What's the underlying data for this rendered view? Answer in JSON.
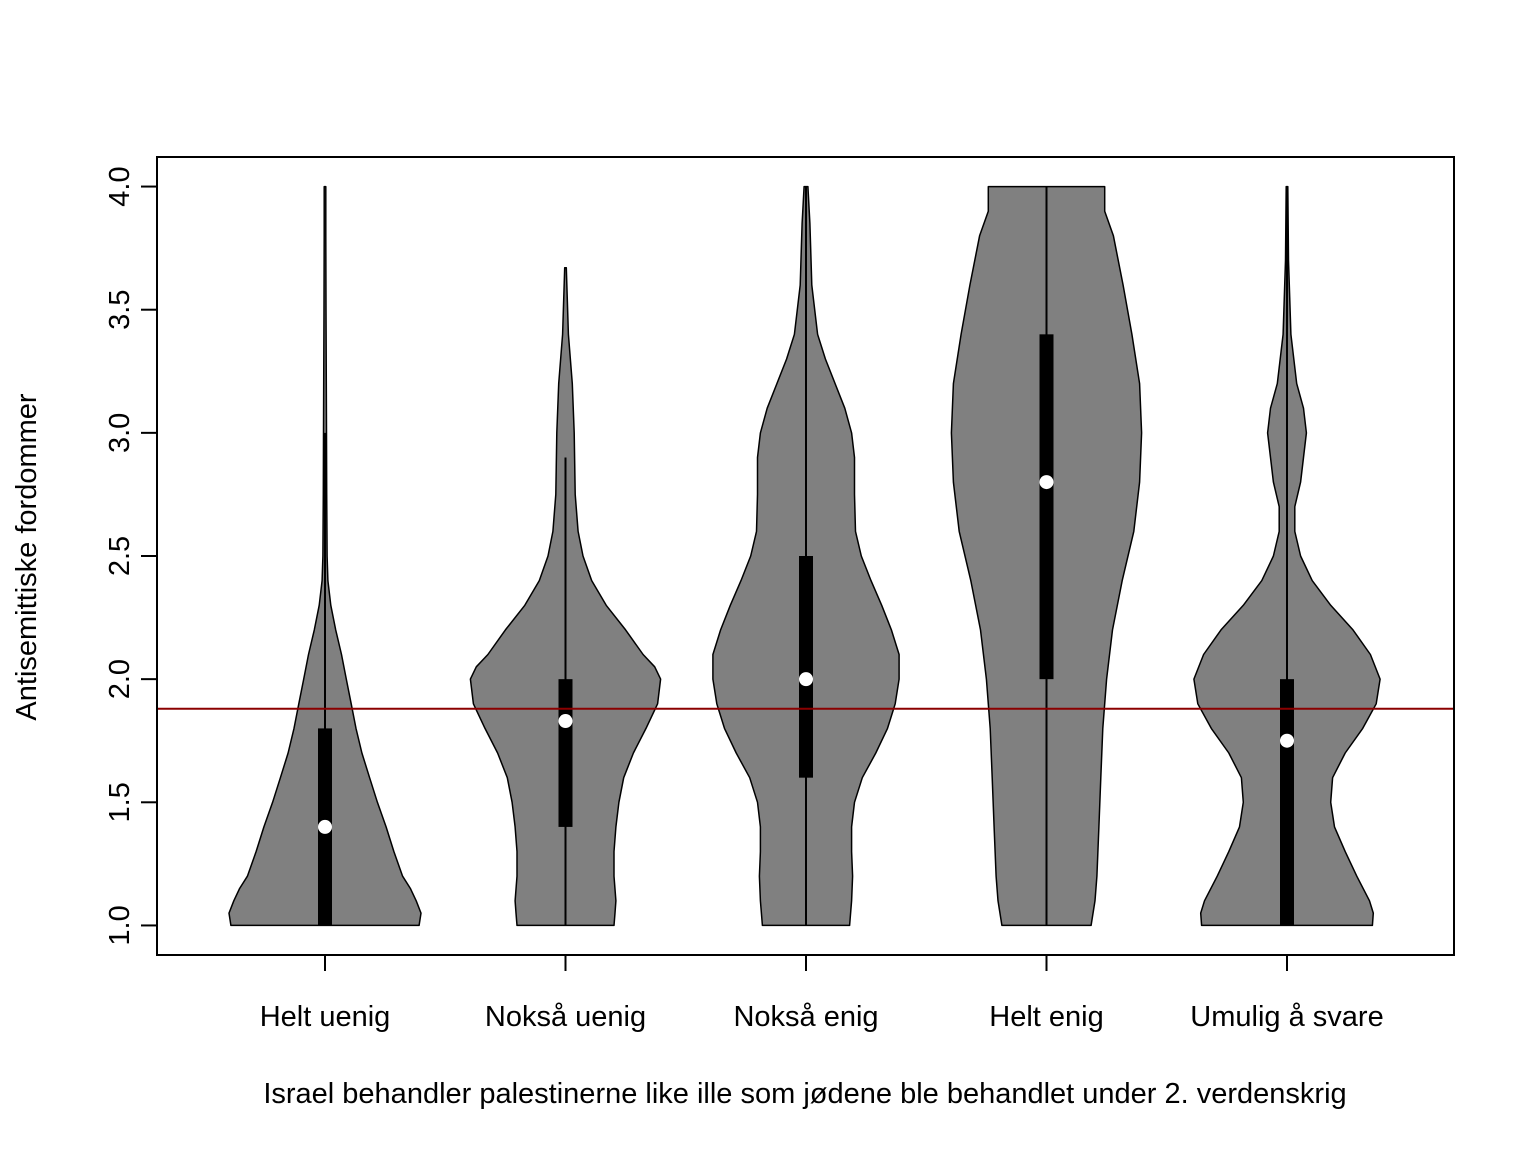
{
  "chart_data": {
    "type": "violin",
    "title": "",
    "xlabel": "Israel behandler palestinerne like ille som jødene ble behandlet under 2. verdenskrig",
    "ylabel": "Antisemittiske fordommer",
    "ylim": [
      0.88,
      4.12
    ],
    "y_ticks": [
      "1.0",
      "1.5",
      "2.0",
      "2.5",
      "3.0",
      "3.5",
      "4.0"
    ],
    "categories": [
      "Helt uenig",
      "Nokså uenig",
      "Nokså enig",
      "Helt enig",
      "Umulig å svare"
    ],
    "violin_color": "#808080",
    "box_color": "#000000",
    "median_color": "#ffffff",
    "reference_line": {
      "y": 1.88,
      "color": "#8b0000"
    },
    "grid": false,
    "series": [
      {
        "category": "Helt uenig",
        "median": 1.4,
        "q1": 1.0,
        "q3": 1.8,
        "whisker_low": 1.0,
        "whisker_high": 3.0,
        "min": 1.0,
        "max": 4.0,
        "density": [
          [
            1.0,
            0.97
          ],
          [
            1.05,
            0.99
          ],
          [
            1.1,
            0.94
          ],
          [
            1.15,
            0.88
          ],
          [
            1.2,
            0.8
          ],
          [
            1.3,
            0.71
          ],
          [
            1.4,
            0.63
          ],
          [
            1.5,
            0.54
          ],
          [
            1.6,
            0.46
          ],
          [
            1.7,
            0.38
          ],
          [
            1.8,
            0.32
          ],
          [
            1.9,
            0.27
          ],
          [
            2.0,
            0.22
          ],
          [
            2.1,
            0.17
          ],
          [
            2.2,
            0.11
          ],
          [
            2.3,
            0.06
          ],
          [
            2.4,
            0.03
          ],
          [
            2.5,
            0.022
          ],
          [
            2.75,
            0.018
          ],
          [
            3.0,
            0.015
          ],
          [
            3.5,
            0.01
          ],
          [
            3.8,
            0.008
          ],
          [
            4.0,
            0.008
          ]
        ]
      },
      {
        "category": "Nokså uenig",
        "median": 1.83,
        "q1": 1.4,
        "q3": 2.0,
        "whisker_low": 1.0,
        "whisker_high": 2.9,
        "min": 1.0,
        "max": 3.67,
        "density": [
          [
            1.0,
            0.5
          ],
          [
            1.05,
            0.51
          ],
          [
            1.1,
            0.52
          ],
          [
            1.2,
            0.5
          ],
          [
            1.3,
            0.5
          ],
          [
            1.4,
            0.52
          ],
          [
            1.5,
            0.55
          ],
          [
            1.6,
            0.6
          ],
          [
            1.7,
            0.7
          ],
          [
            1.8,
            0.83
          ],
          [
            1.9,
            0.95
          ],
          [
            2.0,
            0.98
          ],
          [
            2.05,
            0.92
          ],
          [
            2.1,
            0.8
          ],
          [
            2.2,
            0.62
          ],
          [
            2.3,
            0.42
          ],
          [
            2.4,
            0.27
          ],
          [
            2.5,
            0.18
          ],
          [
            2.6,
            0.13
          ],
          [
            2.75,
            0.1
          ],
          [
            3.0,
            0.09
          ],
          [
            3.2,
            0.07
          ],
          [
            3.4,
            0.03
          ],
          [
            3.67,
            0.008
          ]
        ]
      },
      {
        "category": "Nokså enig",
        "median": 2.0,
        "q1": 1.6,
        "q3": 2.5,
        "whisker_low": 1.0,
        "whisker_high": 4.0,
        "min": 1.0,
        "max": 4.0,
        "density": [
          [
            1.0,
            0.45
          ],
          [
            1.1,
            0.47
          ],
          [
            1.2,
            0.48
          ],
          [
            1.3,
            0.47
          ],
          [
            1.4,
            0.47
          ],
          [
            1.5,
            0.5
          ],
          [
            1.6,
            0.58
          ],
          [
            1.7,
            0.72
          ],
          [
            1.8,
            0.84
          ],
          [
            1.9,
            0.92
          ],
          [
            2.0,
            0.96
          ],
          [
            2.1,
            0.96
          ],
          [
            2.2,
            0.88
          ],
          [
            2.3,
            0.78
          ],
          [
            2.4,
            0.67
          ],
          [
            2.5,
            0.57
          ],
          [
            2.6,
            0.51
          ],
          [
            2.75,
            0.5
          ],
          [
            2.9,
            0.5
          ],
          [
            3.0,
            0.47
          ],
          [
            3.1,
            0.4
          ],
          [
            3.2,
            0.3
          ],
          [
            3.3,
            0.2
          ],
          [
            3.4,
            0.12
          ],
          [
            3.6,
            0.06
          ],
          [
            3.85,
            0.04
          ],
          [
            4.0,
            0.02
          ]
        ]
      },
      {
        "category": "Helt enig",
        "median": 2.8,
        "q1": 2.0,
        "q3": 3.4,
        "whisker_low": 1.0,
        "whisker_high": 4.0,
        "min": 1.0,
        "max": 4.0,
        "density": [
          [
            1.0,
            0.46
          ],
          [
            1.1,
            0.5
          ],
          [
            1.2,
            0.52
          ],
          [
            1.4,
            0.54
          ],
          [
            1.6,
            0.56
          ],
          [
            1.8,
            0.58
          ],
          [
            2.0,
            0.62
          ],
          [
            2.2,
            0.68
          ],
          [
            2.4,
            0.78
          ],
          [
            2.6,
            0.9
          ],
          [
            2.8,
            0.96
          ],
          [
            3.0,
            0.98
          ],
          [
            3.2,
            0.96
          ],
          [
            3.4,
            0.88
          ],
          [
            3.6,
            0.79
          ],
          [
            3.8,
            0.69
          ],
          [
            3.9,
            0.6
          ],
          [
            4.0,
            0.6
          ]
        ]
      },
      {
        "category": "Umulig å svare",
        "median": 1.75,
        "q1": 1.0,
        "q3": 2.0,
        "whisker_low": 1.0,
        "whisker_high": 4.0,
        "min": 1.0,
        "max": 4.0,
        "density": [
          [
            1.0,
            0.88
          ],
          [
            1.05,
            0.89
          ],
          [
            1.1,
            0.85
          ],
          [
            1.2,
            0.72
          ],
          [
            1.3,
            0.6
          ],
          [
            1.4,
            0.49
          ],
          [
            1.5,
            0.45
          ],
          [
            1.6,
            0.47
          ],
          [
            1.7,
            0.6
          ],
          [
            1.8,
            0.78
          ],
          [
            1.9,
            0.92
          ],
          [
            2.0,
            0.96
          ],
          [
            2.1,
            0.86
          ],
          [
            2.2,
            0.68
          ],
          [
            2.3,
            0.45
          ],
          [
            2.4,
            0.26
          ],
          [
            2.5,
            0.14
          ],
          [
            2.6,
            0.08
          ],
          [
            2.7,
            0.08
          ],
          [
            2.8,
            0.14
          ],
          [
            2.9,
            0.17
          ],
          [
            3.0,
            0.2
          ],
          [
            3.1,
            0.17
          ],
          [
            3.2,
            0.1
          ],
          [
            3.4,
            0.04
          ],
          [
            3.7,
            0.015
          ],
          [
            4.0,
            0.008
          ]
        ]
      }
    ]
  }
}
